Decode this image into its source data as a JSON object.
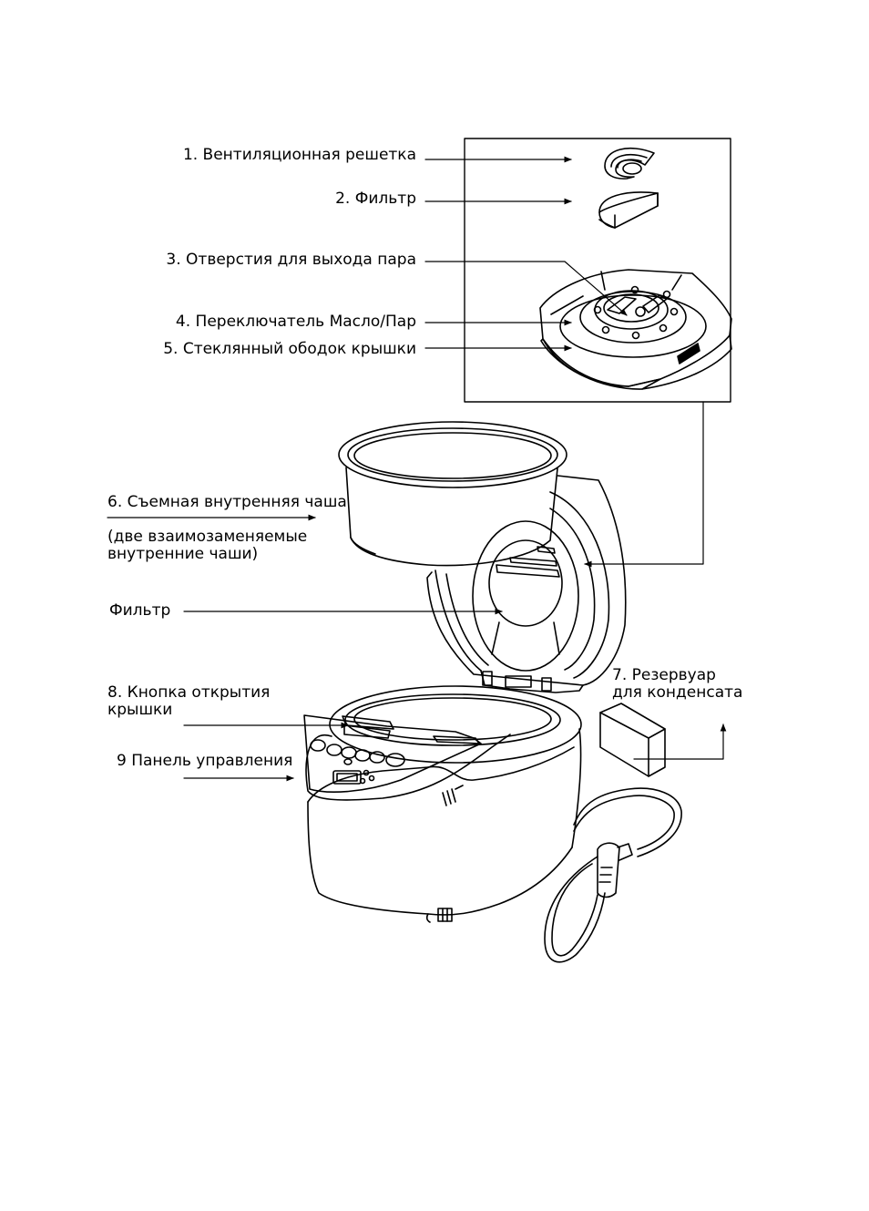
{
  "labels": {
    "vent": "1. Вентиляционная решетка",
    "filter_top": "2. Фильтр",
    "steam": "3. Отверстия для выхода пара",
    "switch": "4. Переключатель Масло/Пар",
    "rim": "5. Стеклянный ободок  крышки",
    "bowl": "6. Съемная внутренняя чаша",
    "bowl_note_1": "(две взаимозаменяемые",
    "bowl_note_2": "внутренние чаши)",
    "filter": "Фильтр",
    "tank_1": "7. Резервуар",
    "tank_2": "для конденсата",
    "btn_1": "8. Кнопка открытия",
    "btn_2": "крышки",
    "panel": "9  Панель управления"
  }
}
